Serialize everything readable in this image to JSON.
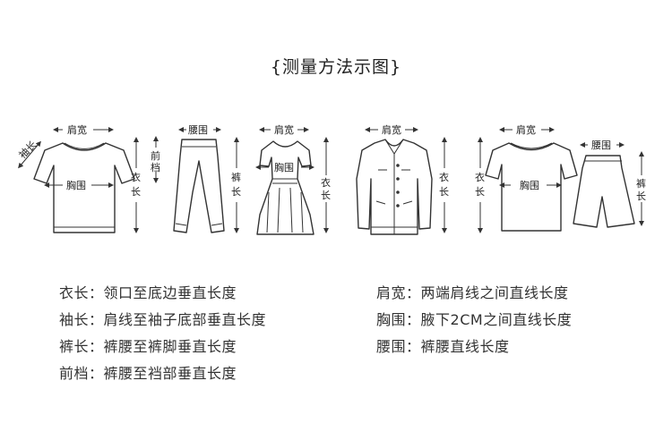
{
  "title": "{测量方法示图}",
  "labels": {
    "shoulder": "肩宽",
    "chest": "胸围",
    "length_v": "衣长",
    "waist": "腰围",
    "rise_v": "前档",
    "pants_v": "裤长",
    "sleeve_diag": "袖长"
  },
  "definitions_left": [
    {
      "term": "衣长",
      "sep": "：",
      "desc": "领口至底边垂直长度"
    },
    {
      "term": "袖长",
      "sep": "：",
      "desc": "肩线至袖子底部垂直长度"
    },
    {
      "term": "裤长",
      "sep": "：",
      "desc": "裤腰至裤脚垂直长度"
    },
    {
      "term": "前档",
      "sep": "：",
      "desc": "裤腰至裆部垂直长度"
    }
  ],
  "definitions_right": [
    {
      "term": "肩宽",
      "sep": "：",
      "desc": "两端肩线之间直线长度"
    },
    {
      "term": "胸围",
      "sep": "：",
      "desc": "腋下2CM之间直线长度"
    },
    {
      "term": "腰围",
      "sep": "：",
      "desc": "裤腰直线长度"
    }
  ]
}
